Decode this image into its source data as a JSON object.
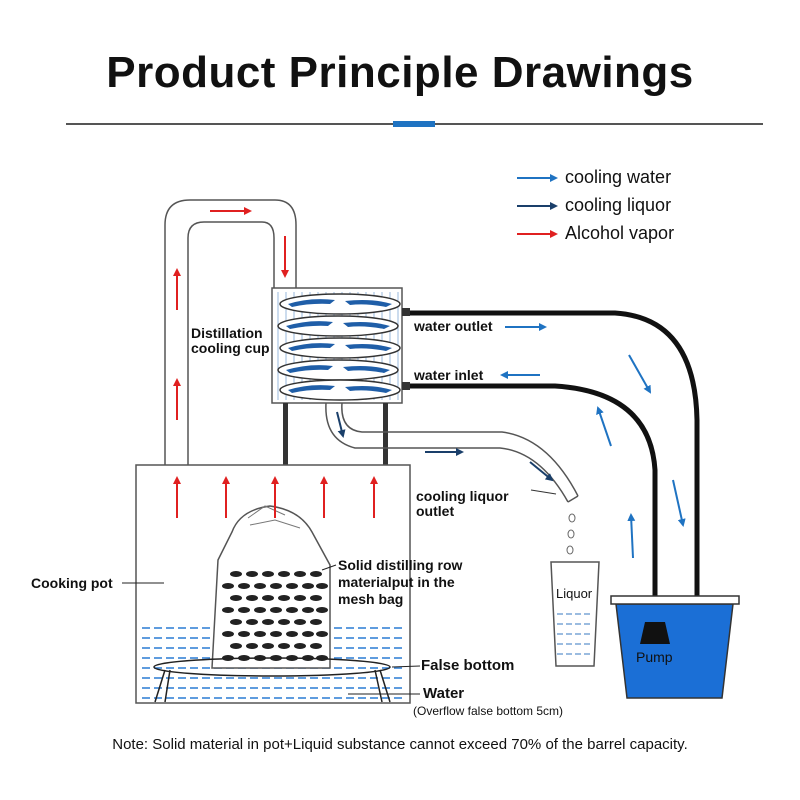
{
  "title": "Product Principle Drawings",
  "legend": [
    {
      "label": "cooling water",
      "color": "#1f73c2"
    },
    {
      "label": "cooling liquor",
      "color": "#1a3f6a"
    },
    {
      "label": "Alcohol vapor",
      "color": "#e02020"
    }
  ],
  "labels": {
    "distillation_cup_1": "Distillation",
    "distillation_cup_2": "cooling cup",
    "water_outlet": "water outlet",
    "water_inlet": "water inlet",
    "liquor_outlet_1": "cooling liquor",
    "liquor_outlet_2": "outlet",
    "material_1": "Solid distilling row",
    "material_2": "materialput in the",
    "material_3": "mesh bag",
    "cooking_pot": "Cooking pot",
    "false_bottom": "False bottom",
    "water": "Water",
    "overflow": "(Overflow false bottom 5cm)",
    "liquor": "Liquor",
    "pump": "Pump"
  },
  "note": "Note: Solid material in pot+Liquid substance cannot exceed 70% of the barrel capacity.",
  "colors": {
    "accent": "#1f73c2",
    "water_blue": "#1b6fd6",
    "vapor_red": "#e02020",
    "liquor_dark": "#1a3f6a"
  }
}
